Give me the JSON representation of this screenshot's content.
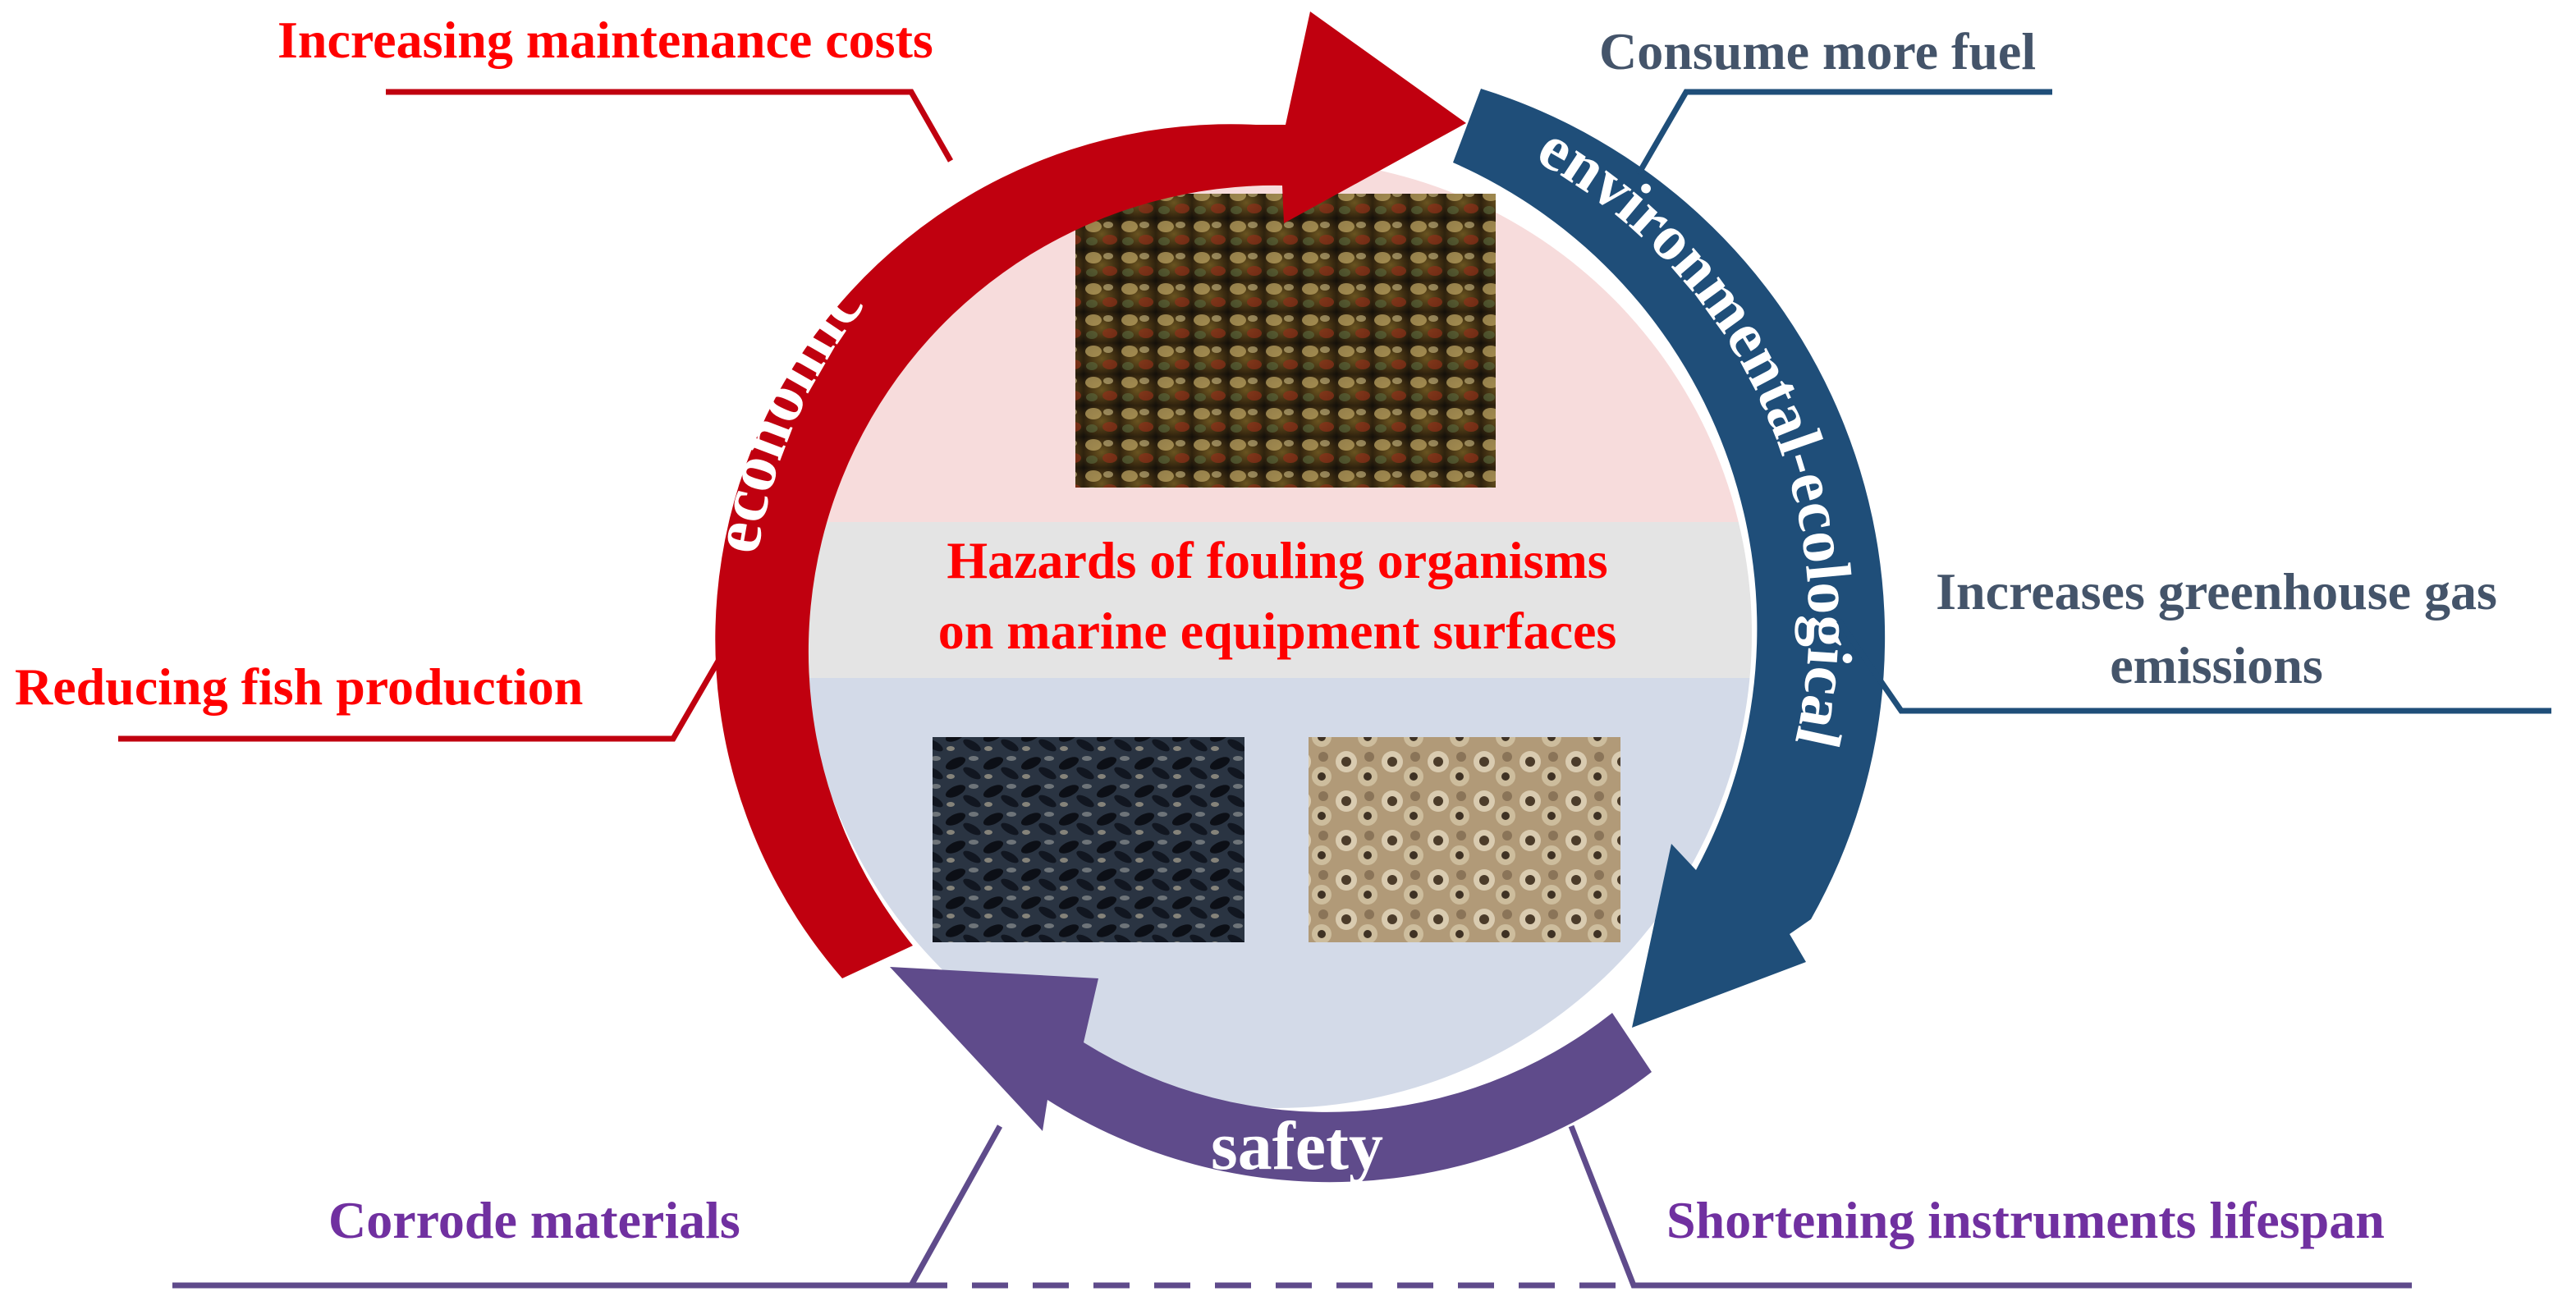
{
  "center": {
    "title_line1": "Hazards of fouling organisms",
    "title_line2": "on marine equipment surfaces"
  },
  "categories": {
    "economic": "economic",
    "environmental": "environmental-ecological",
    "safety": "safety"
  },
  "impacts": {
    "economic_top": "Increasing maintenance costs",
    "economic_left": "Reducing fish production",
    "env_top": "Consume more fuel",
    "env_right_line1": "Increases greenhouse gas",
    "env_right_line2": "emissions",
    "safety_left": "Corrode materials",
    "safety_right": "Shortening instruments lifespan"
  },
  "photos": [
    {
      "subject": "fouling-organisms-photo"
    },
    {
      "subject": "mussels-photo"
    },
    {
      "subject": "barnacles-photo"
    }
  ],
  "colors": {
    "economic": "#c0000f",
    "environmental": "#1f4e79",
    "environmental_text": "#44546a",
    "safety": "#5f4b8b",
    "safety_text": "#7030a0",
    "center_title": "#ff0000",
    "band_top": "#f7dcdc",
    "band_mid": "#e4e4e4",
    "band_bottom": "#d3dae8"
  }
}
